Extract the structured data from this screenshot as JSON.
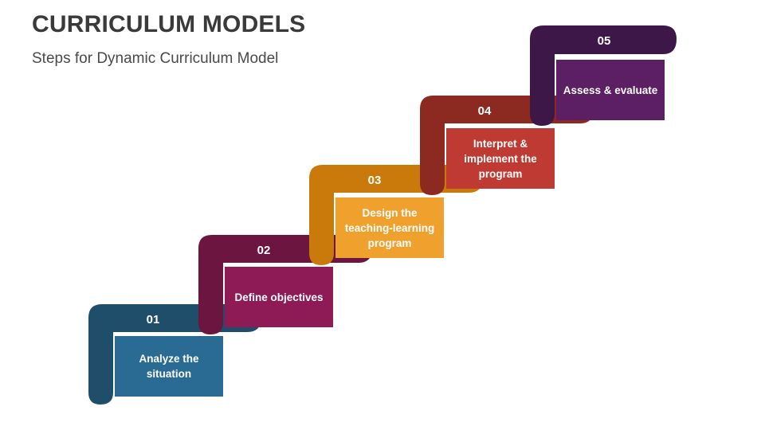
{
  "header": {
    "title": "CURRICULUM MODELS",
    "subtitle": "Steps for Dynamic Curriculum Model"
  },
  "steps": [
    {
      "number": "01",
      "label": "Analyze the situation",
      "color_dark": "#1f4e6b",
      "color_light": "#2a6b94"
    },
    {
      "number": "02",
      "label": "Define objectives",
      "color_dark": "#6b1540",
      "color_light": "#8e1b55"
    },
    {
      "number": "03",
      "label": "Design the teaching-learning program",
      "color_dark": "#c97a0a",
      "color_light": "#f0a02c"
    },
    {
      "number": "04",
      "label": "Interpret & implement the program",
      "color_dark": "#8c2a22",
      "color_light": "#bf3a32"
    },
    {
      "number": "05",
      "label": "Assess & evaluate",
      "color_dark": "#3d1747",
      "color_light": "#5c1f63"
    }
  ]
}
